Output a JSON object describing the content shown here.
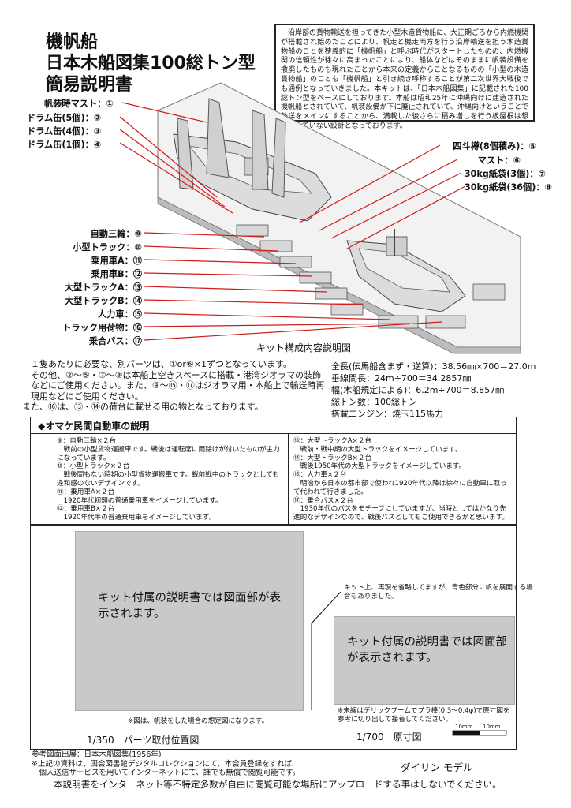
{
  "title": [
    "機帆船",
    "日本木船図集100総トン型",
    "簡易説明書"
  ],
  "intro_text": "　沿岸部の貨物輸送を担ってきた小型木造貨物船に、大正期ごろから内燃機関が搭載され始めたことにより、帆走と機走両方を行う沿岸輸送を担う木造貨物船のことを狭義的に「機帆船」と呼ぶ時代がスタートしたものの、内燃機関の信頼性が徐々に高まったことにより、船体などはそのままに帆装設備を撤廃したものも現れたことから本来の定義からことなるものの「小型の木造貨物船」のことも「機帆船」と引き続き呼称することが第二次世界大戦後でも通例となっていきました。本キットは、「日本木船図集」に記載された100総トン型をベースにしております。本船は昭和25年に沖縄向けに建造された機帆船とされていて、帆装設備が下に廃止されていて、沖縄向けということで外洋をメインにすることから、満載した後さらに積み増しを行う板屋根は想定されていない設計となっております。",
  "labels_left": [
    "帆装時マスト：①",
    "ドラム缶(5個)：②",
    "ドラム缶(4個)：③",
    "ドラム缶(1個)：④",
    "自動三輪：⑨",
    "小型トラック：⑩",
    "乗用車A：⑪",
    "乗用車B：⑫",
    "大型トラックA：⑬",
    "大型トラックB：⑭",
    "人力車：⑮",
    "トラック用荷物：⑯",
    "乗合バス：⑰"
  ],
  "labels_right": [
    "四斗樽(8個積み)：⑤",
    "マスト：⑥",
    "30kg紙袋(3個)：⑦",
    "30kg紙袋(36個)：⑧"
  ],
  "diagram_caption": "キット構成内容説明図",
  "notes": [
    "１隻あたりに必要な、別パーツは、①or⑥×1ずつとなっています。",
    "その他、②～⑤・⑦～⑧は本船上空きスペースに搭載・港湾ジオラマの装飾などにご使用ください。また、⑨～⑮・⑰はジオラマ用・本船上で輸送時再現用などにご使用ください。",
    "また、⑯は、⑬・⑭の荷台に載せる用の物となっております。"
  ],
  "specs": [
    "全長(伝馬船含まず・逆算)：38.56㎜×700＝27.0m",
    "垂線間長：24m÷700＝34.2857㎜",
    "幅(木船規定による)：6.2m÷700＝8.857㎜",
    "総トン数：100総トン",
    "搭載エンジン：焼玉115馬力"
  ],
  "omake": {
    "header": "◆オマケ民間自動車の説明",
    "left": [
      "⑨：自動三輪×２台",
      "　戦前の小型貨物運搬車です。戦後は運転席に雨除けが付いたものが主力になっています。",
      "⑩：小型トラック×２台",
      "　戦後間もない時期の小型貨物運搬車です。戦前戦中のトラックとしても違和感のないデザインです。",
      "⑪：乗用車A×２台",
      "　1920年代初頭の普通乗用車をイメージしています。",
      "⑫：乗用車B×２台",
      "　1920年代半の普通乗用車をイメージしています。"
    ],
    "right": [
      "⑬：大型トラックA×２台",
      "　戦前・戦中期の大型トラックをイメージしています。",
      "⑭：大型トラックB×２台",
      "　戦後1950年代の大型トラックをイメージしています。",
      "⑮：人力車×２台",
      "　明治から日本の都市部で使われ1920年代以降は徐々に自動車に取って代われて行きました。",
      "⑰：乗合バス×２台",
      "　1930年代のバスをモチーフにしていますが、当時としてはかなり先進的なデザインなので、戦後バスとしてもご使用できるかと思います。"
    ]
  },
  "placeholder_large": "キット付属の説明書では図面部が表示されます。",
  "placeholder_small": "キット付属の説明書では図面部が表示されます。",
  "sail_note": "キット上、再現を省略してますが、青色部分に帆を展開する場合もありました。",
  "figure_note": "※図は、帆装をした場合の想定図になります。",
  "wire_note": "※朱線はデリックブームでプラ棒(0.3～0.4φ)で原寸図を参考に切り出して接着してください。",
  "scale_left": "1/350　パーツ取付位置図",
  "scale_right": "1/700　原寸図",
  "scalebar_labels": [
    "10mm",
    "10mm"
  ],
  "footer": [
    "参考図面出展：日本木船図集(1956年)",
    "※上記の資料は、国会図書館デジタルコレクションにて、本会員登録をすれば",
    "　個人送信サービスを用いてインターネットにて、誰でも無償で閲覧可能です。"
  ],
  "maker": "ダイリン モデル",
  "warning": "本説明書をインターネット等不特定多数が自由に閲覧可能な場所にアップロードする事はしないでください。",
  "colors": {
    "leader": "#d11a1a",
    "gray": "#c9c9c9"
  }
}
